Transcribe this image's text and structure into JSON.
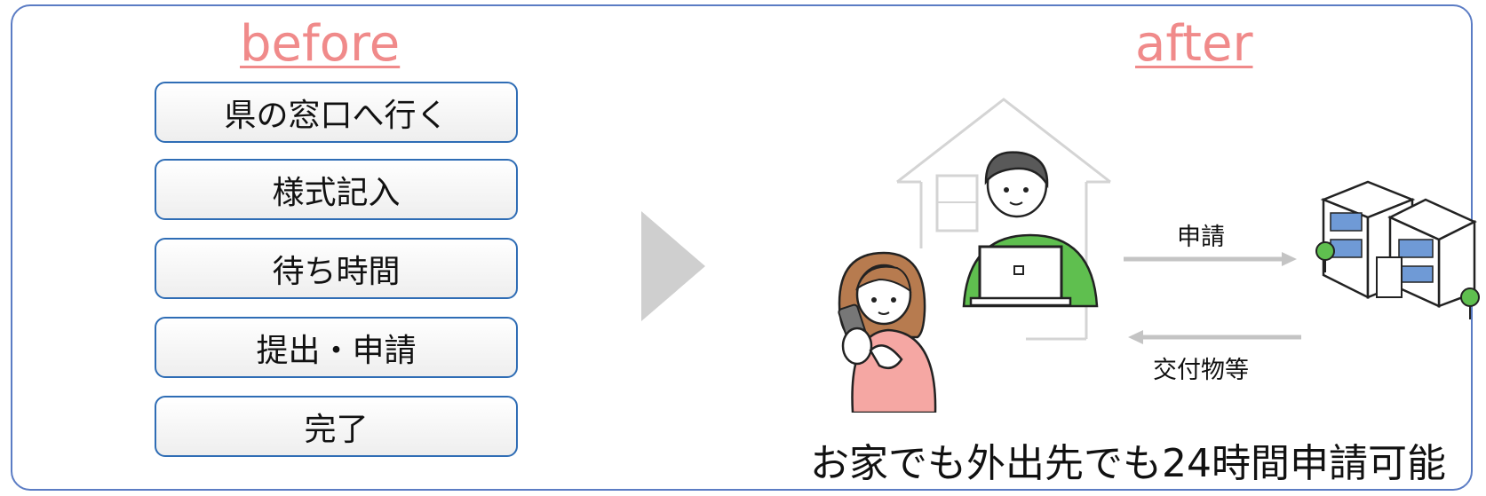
{
  "before": {
    "heading": "before",
    "steps": [
      "県の窓口へ行く",
      "様式記入",
      "待ち時間",
      "提出・申請",
      "完了"
    ]
  },
  "after": {
    "heading": "after",
    "apply_label": "申請",
    "deliver_label": "交付物等",
    "caption": "お家でも外出先でも24時間申請可能"
  },
  "colors": {
    "heading": "#f08a8a",
    "frame_border": "#5b7cc4",
    "step_border": "#2f6db5",
    "arrow": "#cfcfcf"
  }
}
